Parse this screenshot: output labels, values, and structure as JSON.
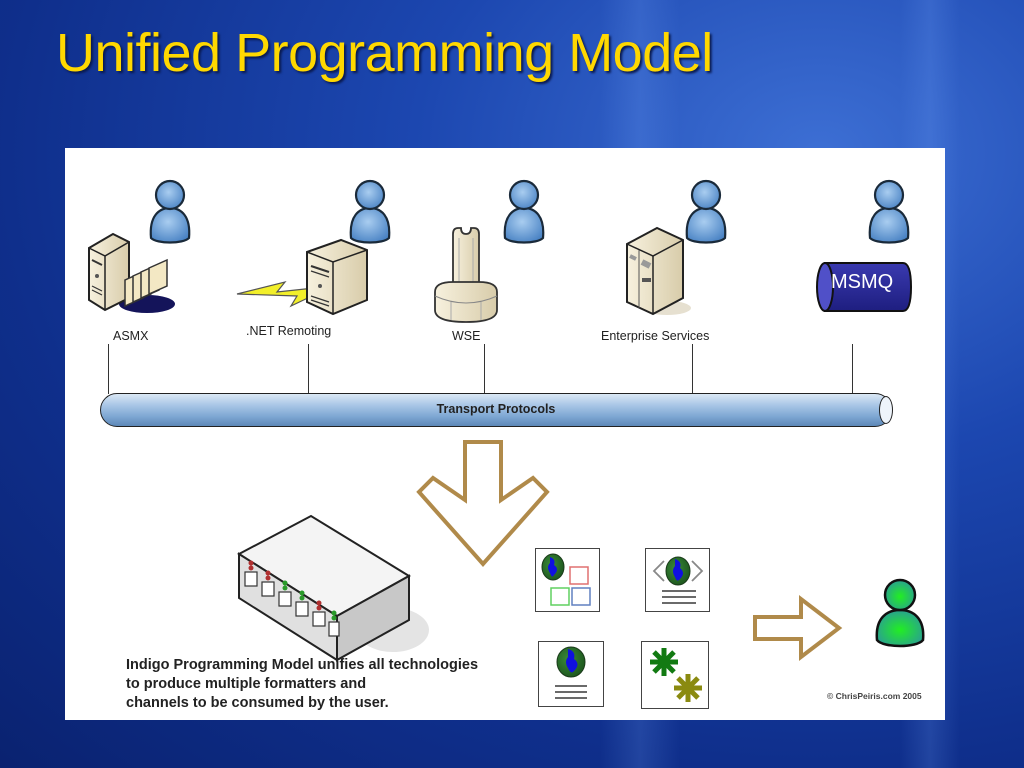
{
  "slide": {
    "title": "Unified Programming Model"
  },
  "diagram": {
    "technologies": [
      {
        "label": "ASMX",
        "icon": "web-server-with-folders"
      },
      {
        "label": ".NET Remoting",
        "icon": "server-with-lightning"
      },
      {
        "label": "WSE",
        "icon": "column-pillar"
      },
      {
        "label": "Enterprise Services",
        "icon": "enterprise-server-rack"
      },
      {
        "label": "MSMQ",
        "icon": "message-queue-cylinder"
      }
    ],
    "transport_bus_label": "Transport Protocols",
    "formatter_icons": [
      "globe-with-colored-squares",
      "globe-xml-document",
      "globe-text-document",
      "asterisks-document"
    ],
    "caption_lines": [
      "Indigo Programming Model unifies all technologies",
      "to produce multiple formatters and",
      "channels to be consumed by the user."
    ],
    "copyright": "© ChrisPeiris.com 2005",
    "colors": {
      "title": "#ffd800",
      "user_blue": "#5b93cf",
      "user_green": "#22dd33",
      "arrow_outline": "#b08a4a",
      "msmq_fill": "#2a2a9a"
    }
  }
}
